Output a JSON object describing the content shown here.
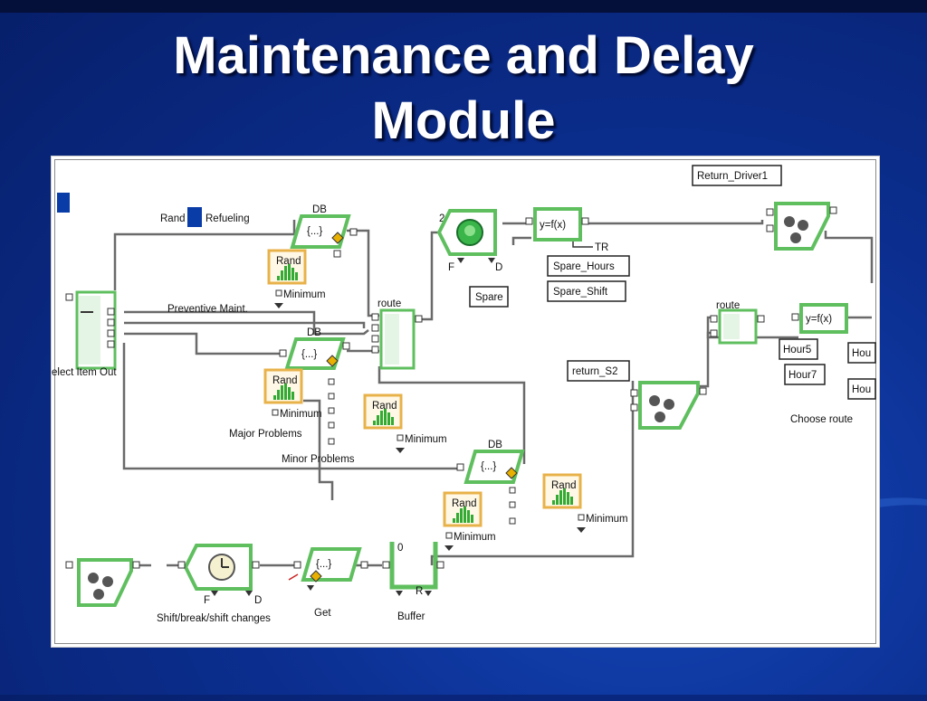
{
  "slide": {
    "title_line1": "Maintenance and Delay",
    "title_line2": "Module"
  },
  "diagram": {
    "labels": {
      "return_driver1": "Return_Driver1",
      "rand": "Rand",
      "refueling": "Refueling",
      "db": "DB",
      "braces": "{...}",
      "minimum": "Minimum",
      "route": "route",
      "preventive_maint": "Preventive Maint.",
      "select_item_out": "elect Item Out",
      "major_problems": "Major Problems",
      "minor_problems": "Minor Problems",
      "yfx": "y=f(x)",
      "tr": "TR",
      "spare_hours": "Spare_Hours",
      "spare_shift": "Spare_Shift",
      "spare": "Spare",
      "f": "F",
      "d": "D",
      "two": "2",
      "zero": "0",
      "return_s2": "return_S2",
      "hour5": "Hour5",
      "hour7": "Hour7",
      "hou": "Hou",
      "choose_route": "Choose route",
      "shift_changes": "Shift/break/shift changes",
      "get": "Get",
      "buffer": "Buffer",
      "r": "R"
    },
    "colors": {
      "block_green": "#5fbf5f",
      "rand_border": "#e8b24a",
      "wire": "#707070",
      "marker_blue": "#0a3ca8"
    }
  }
}
